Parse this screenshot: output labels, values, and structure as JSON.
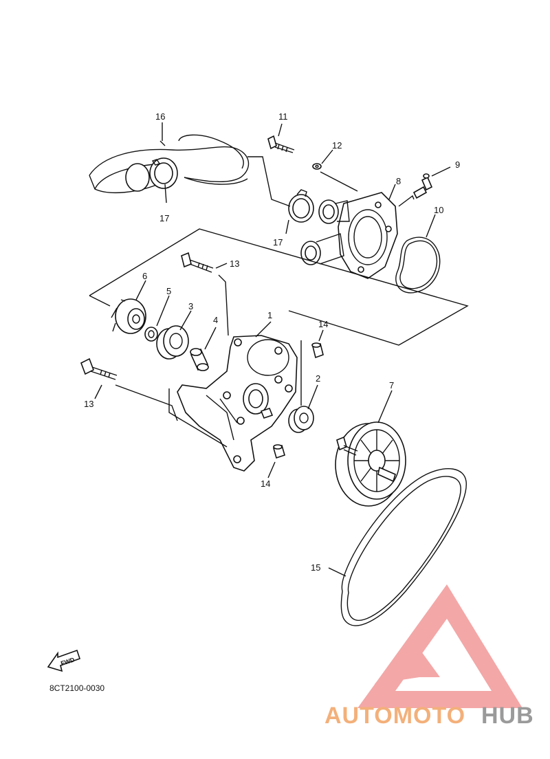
{
  "diagram": {
    "code": "8CT2100-0030",
    "fwd": "FWD",
    "labels": {
      "p1": "1",
      "p2": "2",
      "p3": "3",
      "p4": "4",
      "p5": "5",
      "p6": "6",
      "p7": "7",
      "p8": "8",
      "p9": "9",
      "p10": "10",
      "p11": "11",
      "p12": "12",
      "p13a": "13",
      "p13b": "13",
      "p14a": "14",
      "p14b": "14",
      "p15": "15",
      "p16": "16",
      "p17a": "17",
      "p17b": "17"
    }
  },
  "watermark": {
    "part1": "AUTOMOTO",
    "part2": "HUB",
    "color1": "#f3b07a",
    "color2": "#9a9a9a",
    "logo_color": "#f08a8a"
  }
}
